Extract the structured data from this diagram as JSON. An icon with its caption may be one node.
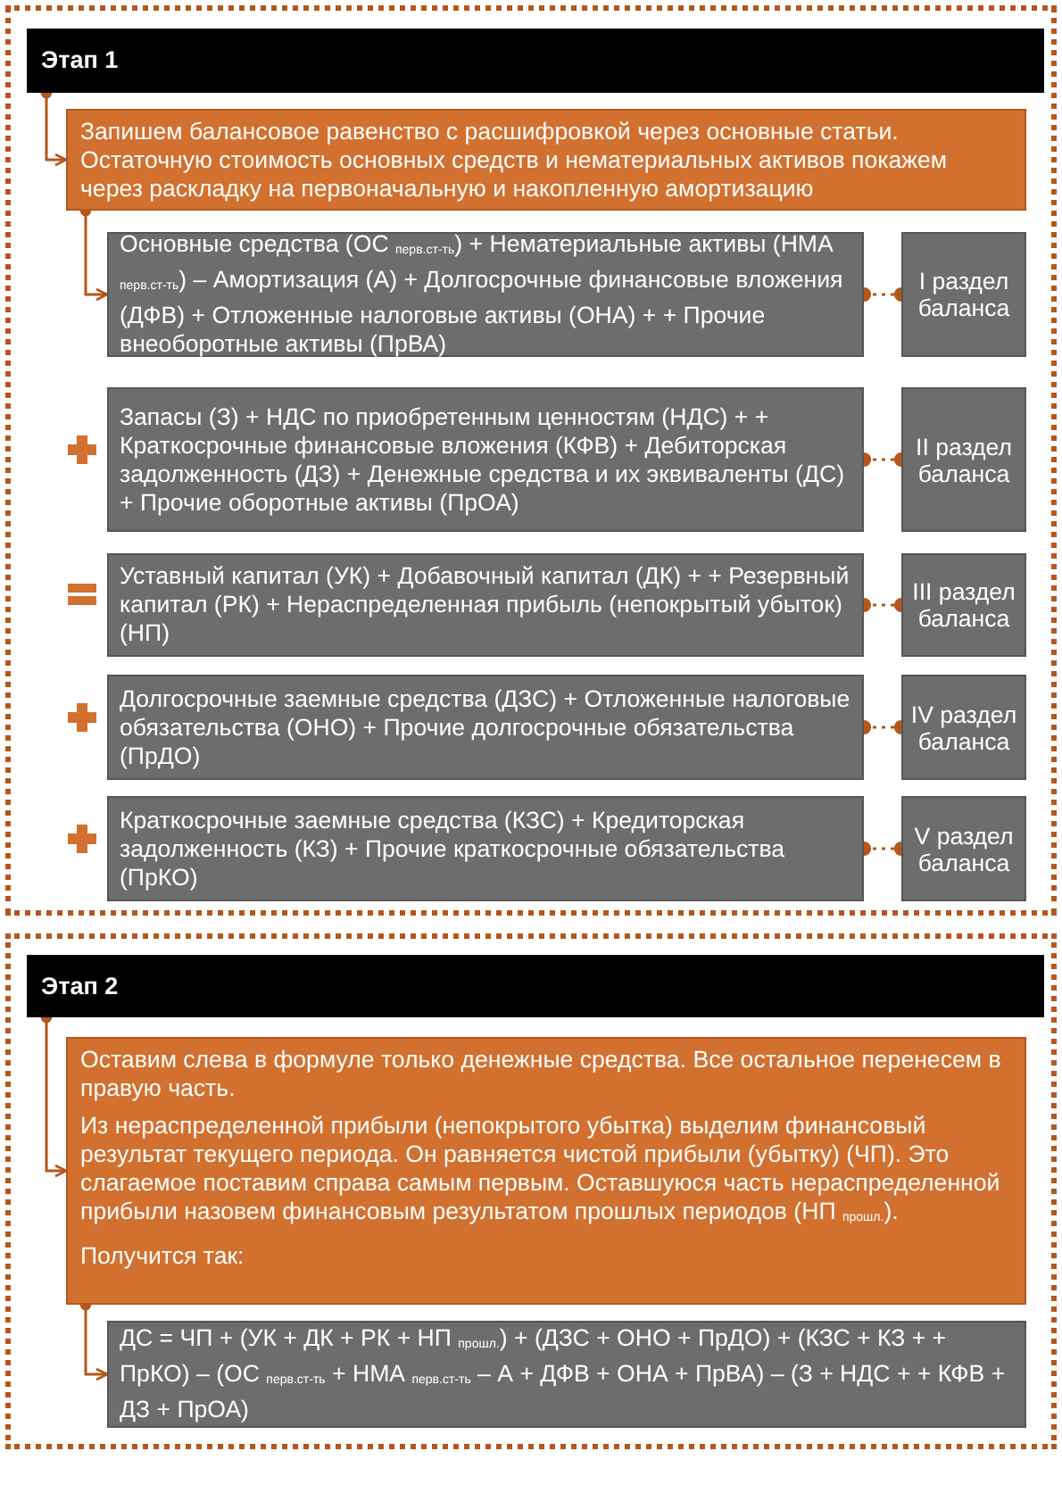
{
  "diagram": {
    "nodes": [
      {
        "text": [],
        "shape": "box"
      },
      {
        "text": [
          "Этап 1"
        ],
        "in": 0
      },
      {
        "text": [
          "Запишем балансовое равенство с расшифровкой через основные статьи. Остаточную стоимость основных средств и нематериальных активов покажем через раскладку на первоначальную и накопленную амортизацию"
        ],
        "in": 0
      },
      {
        "text": [
          "Основные средства (ОС $_{перв.ст-ть}$) + Нематериальные активы (НМА $_{перв.ст-ть}$) – Амортизация (А) + Долгосрочные финансовые вложения (ДФВ) + Отложенные налоговые активы (ОНА) + + Прочие внеоборотные активы (ПрВА)"
        ],
        "in": 0
      },
      {
        "text": [
          "I раздел баланса"
        ],
        "in": 0
      },
      {
        "text": [
          "Запасы (З) + НДС по приобретенным ценностям (НДС) + + Краткосрочные финансовые вложения (КФВ) + Дебиторская задолженность (ДЗ) + Денежные средства и их эквиваленты (ДС) + Прочие оборотные активы (ПрОА)"
        ],
        "in": 0
      },
      {
        "text": [
          "II раздел баланса"
        ],
        "in": 0
      },
      {
        "text": [
          "Уставный капитал (УК) + Добавочный капитал (ДК) + + Резервный капитал (РК) + Нераспределенная прибыль (непокрытый убыток) (НП)"
        ],
        "in": 0
      },
      {
        "text": [
          "III раздел баланса"
        ],
        "in": 0
      },
      {
        "text": [
          "Долгосрочные заемные средства (ДЗС) + Отложенные налоговые обязательства (ОНО) + Прочие долгосрочные обязательства (ПрДО)"
        ],
        "in": 0
      },
      {
        "text": [
          "IV раздел баланса"
        ],
        "in": 0
      },
      {
        "text": [
          "Краткосрочные заемные средства (КЗС) + Кредиторская задолженность (КЗ) + Прочие краткосрочные обязательства (ПрКО)"
        ],
        "in": 0
      },
      {
        "text": [
          "V раздел баланса"
        ],
        "in": 0
      },
      {
        "text": [],
        "shape": "box"
      },
      {
        "text": [
          "Этап 2"
        ],
        "in": 13
      },
      {
        "text": [
          "Оставим слева в формуле только денежные средства. Все остальное перенесем в правую часть.",
          "Из нераспределенной прибыли (непокрытого убытка) выделим финансовый результат текущего периода. Он равняется чистой прибыли (убытку) (ЧП). Это слагаемое поставим справа самым первым. Оставшуюся часть нераспределенной прибыли назовем финансовым результатом прошлых периодов (НП $_{прошл.}$).",
          "Получится так:"
        ],
        "in": 13
      },
      {
        "text": [
          "ДС = ЧП + (УК + ДК + РК + НП $_{прошл.}$) + (ДЗС + ОНО + ПрДО) + (КЗС + КЗ + + ПрКО) – (ОС $_{перв.ст-ть}$ + НМА $_{перв.ст-ть}$ – А + ДФВ + ОНА + ПрВА) – (З + НДС + + КФВ + ДЗ + ПрОА)"
        ],
        "in": 13
      }
    ],
    "edges": [
      {
        "from": 1,
        "to": 2,
        "arrow": "to"
      },
      {
        "from": 2,
        "to": 3,
        "arrow": "to"
      },
      {
        "from": 3,
        "to": 4,
        "arrow": "other",
        "style": "dashed"
      },
      {
        "from": 5,
        "to": 6,
        "arrow": "other",
        "style": "dashed"
      },
      {
        "from": 7,
        "to": 8,
        "arrow": "other",
        "style": "dashed"
      },
      {
        "from": 9,
        "to": 10,
        "arrow": "other",
        "style": "dashed"
      },
      {
        "from": 11,
        "to": 12,
        "arrow": "other",
        "style": "dashed"
      },
      {
        "from": 14,
        "to": 15,
        "arrow": "to"
      },
      {
        "from": 15,
        "to": 16,
        "arrow": "to"
      }
    ]
  }
}
